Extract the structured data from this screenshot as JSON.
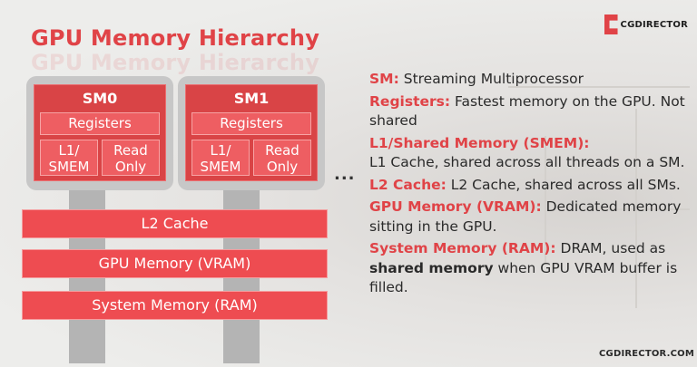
{
  "title": "GPU Memory Hierarchy",
  "logo": {
    "text": "CGDIRECTOR",
    "icon": "cg-logo-icon"
  },
  "sm_blocks": [
    {
      "label": "SM0",
      "registers": "Registers",
      "l1": "L1/\nSMEM",
      "readonly": "Read\nOnly"
    },
    {
      "label": "SM1",
      "registers": "Registers",
      "l1": "L1/\nSMEM",
      "readonly": "Read\nOnly"
    }
  ],
  "ellipsis": "...",
  "memory_bars": [
    "L2 Cache",
    "GPU Memory (VRAM)",
    "System Memory (RAM)"
  ],
  "legend": [
    {
      "term": "SM:",
      "desc": " Streaming Multiprocessor"
    },
    {
      "term": "Registers:",
      "desc": " Fastest memory on the GPU. Not shared"
    },
    {
      "term": "L1/Shared Memory (SMEM):",
      "desc": " L1 Cache, shared across all threads on a SM."
    },
    {
      "term": "L2 Cache:",
      "desc": " L2 Cache, shared across all SMs."
    },
    {
      "term": "GPU Memory (VRAM):",
      "desc": " Dedicated memory sitting in the GPU."
    },
    {
      "term": "System Memory (RAM):",
      "desc": " DRAM, used as ",
      "strong": "shared memory",
      "desc_after": " when GPU VRAM buffer is filled."
    }
  ],
  "website": "CGDIRECTOR.COM",
  "colors": {
    "accent": "#e04347",
    "connector": "#b4b4b4",
    "sm_frame": "#c7c7c7"
  }
}
